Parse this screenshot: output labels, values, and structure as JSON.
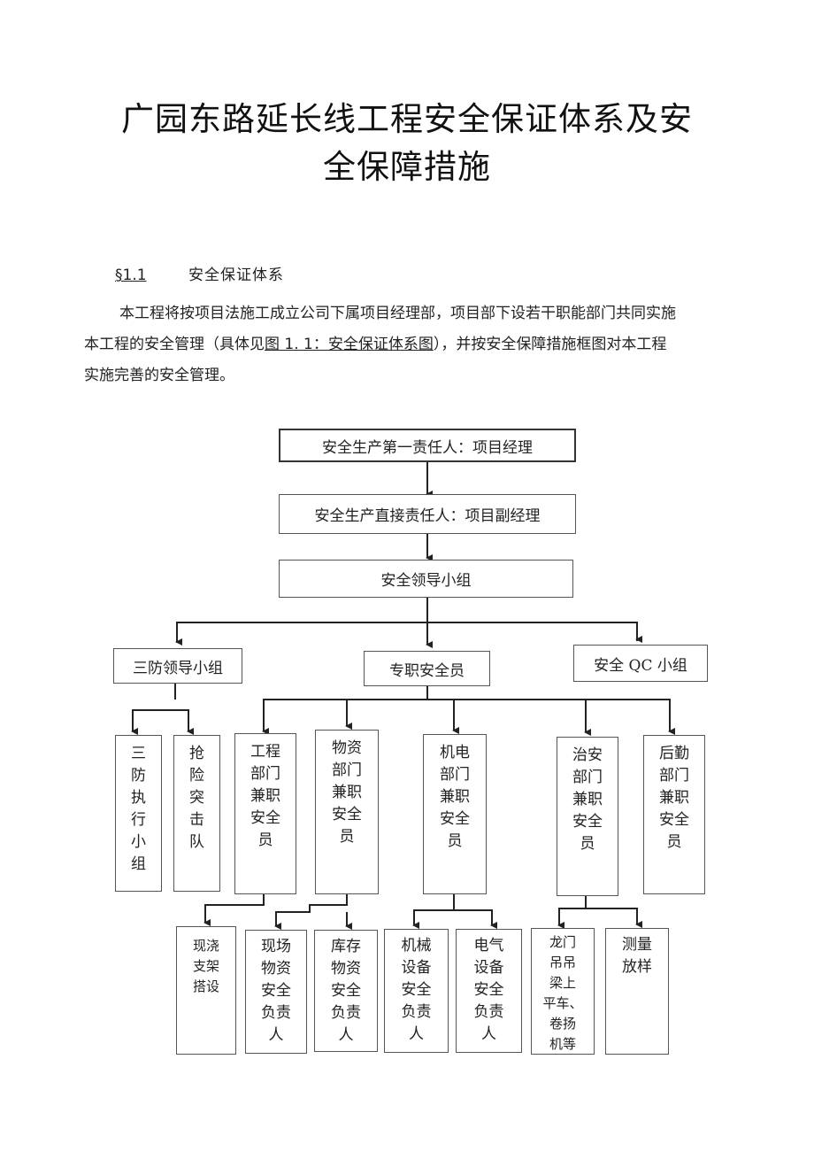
{
  "title": {
    "line1": "广园东路延长线工程安全保证体系及安",
    "line2": "全保障措施"
  },
  "section": {
    "number": "§1.1",
    "name": "安全保证体系"
  },
  "paragraph": {
    "line1": "本工程将按项目法施工成立公司下属项目经理部，项目部下设若干职能部门共同实施",
    "line2_before": "本工程的安全管理（具体见",
    "line2_ref": "图 1. 1：安全保证体系图",
    "line2_after": "），并按安全保障措施框图对本工程",
    "line3": "实施完善的安全管理。"
  },
  "org": {
    "top": "安全生产第一责任人：项目经理",
    "deputy": "安全生产直接责任人：项目副经理",
    "leadership": "安全领导小组",
    "level2": {
      "sanfang": "三防领导小组",
      "zhuanzhi": "专职安全员",
      "qc": "安全 QC 小组"
    },
    "level3": {
      "exec": "三\n防\n执\n行\n小\n组",
      "rescue": "抢\n险\n突\n击\n队",
      "eng": "工程\n部门\n兼职\n安全\n员",
      "mat": "物资\n部门\n兼职\n安全\n员",
      "mech": "机电\n部门\n兼职\n安全\n员",
      "sec": "治安\n部门\n兼职\n安全\n员",
      "log": "后勤\n部门\n兼职\n安全\n员"
    },
    "level4": {
      "pour": "现浇\n支架\n搭设",
      "site_mat": "现场\n物资\n安全\n负责\n人",
      "store": "库存\n物资\n安全\n负责\n人",
      "machine": "机械\n设备\n安全\n负责\n人",
      "electric": "电气\n设备\n安全\n负责\n人",
      "gantry": "龙门\n吊吊\n梁上\n平车、\n卷扬\n机等",
      "survey": "测量\n放样"
    }
  }
}
